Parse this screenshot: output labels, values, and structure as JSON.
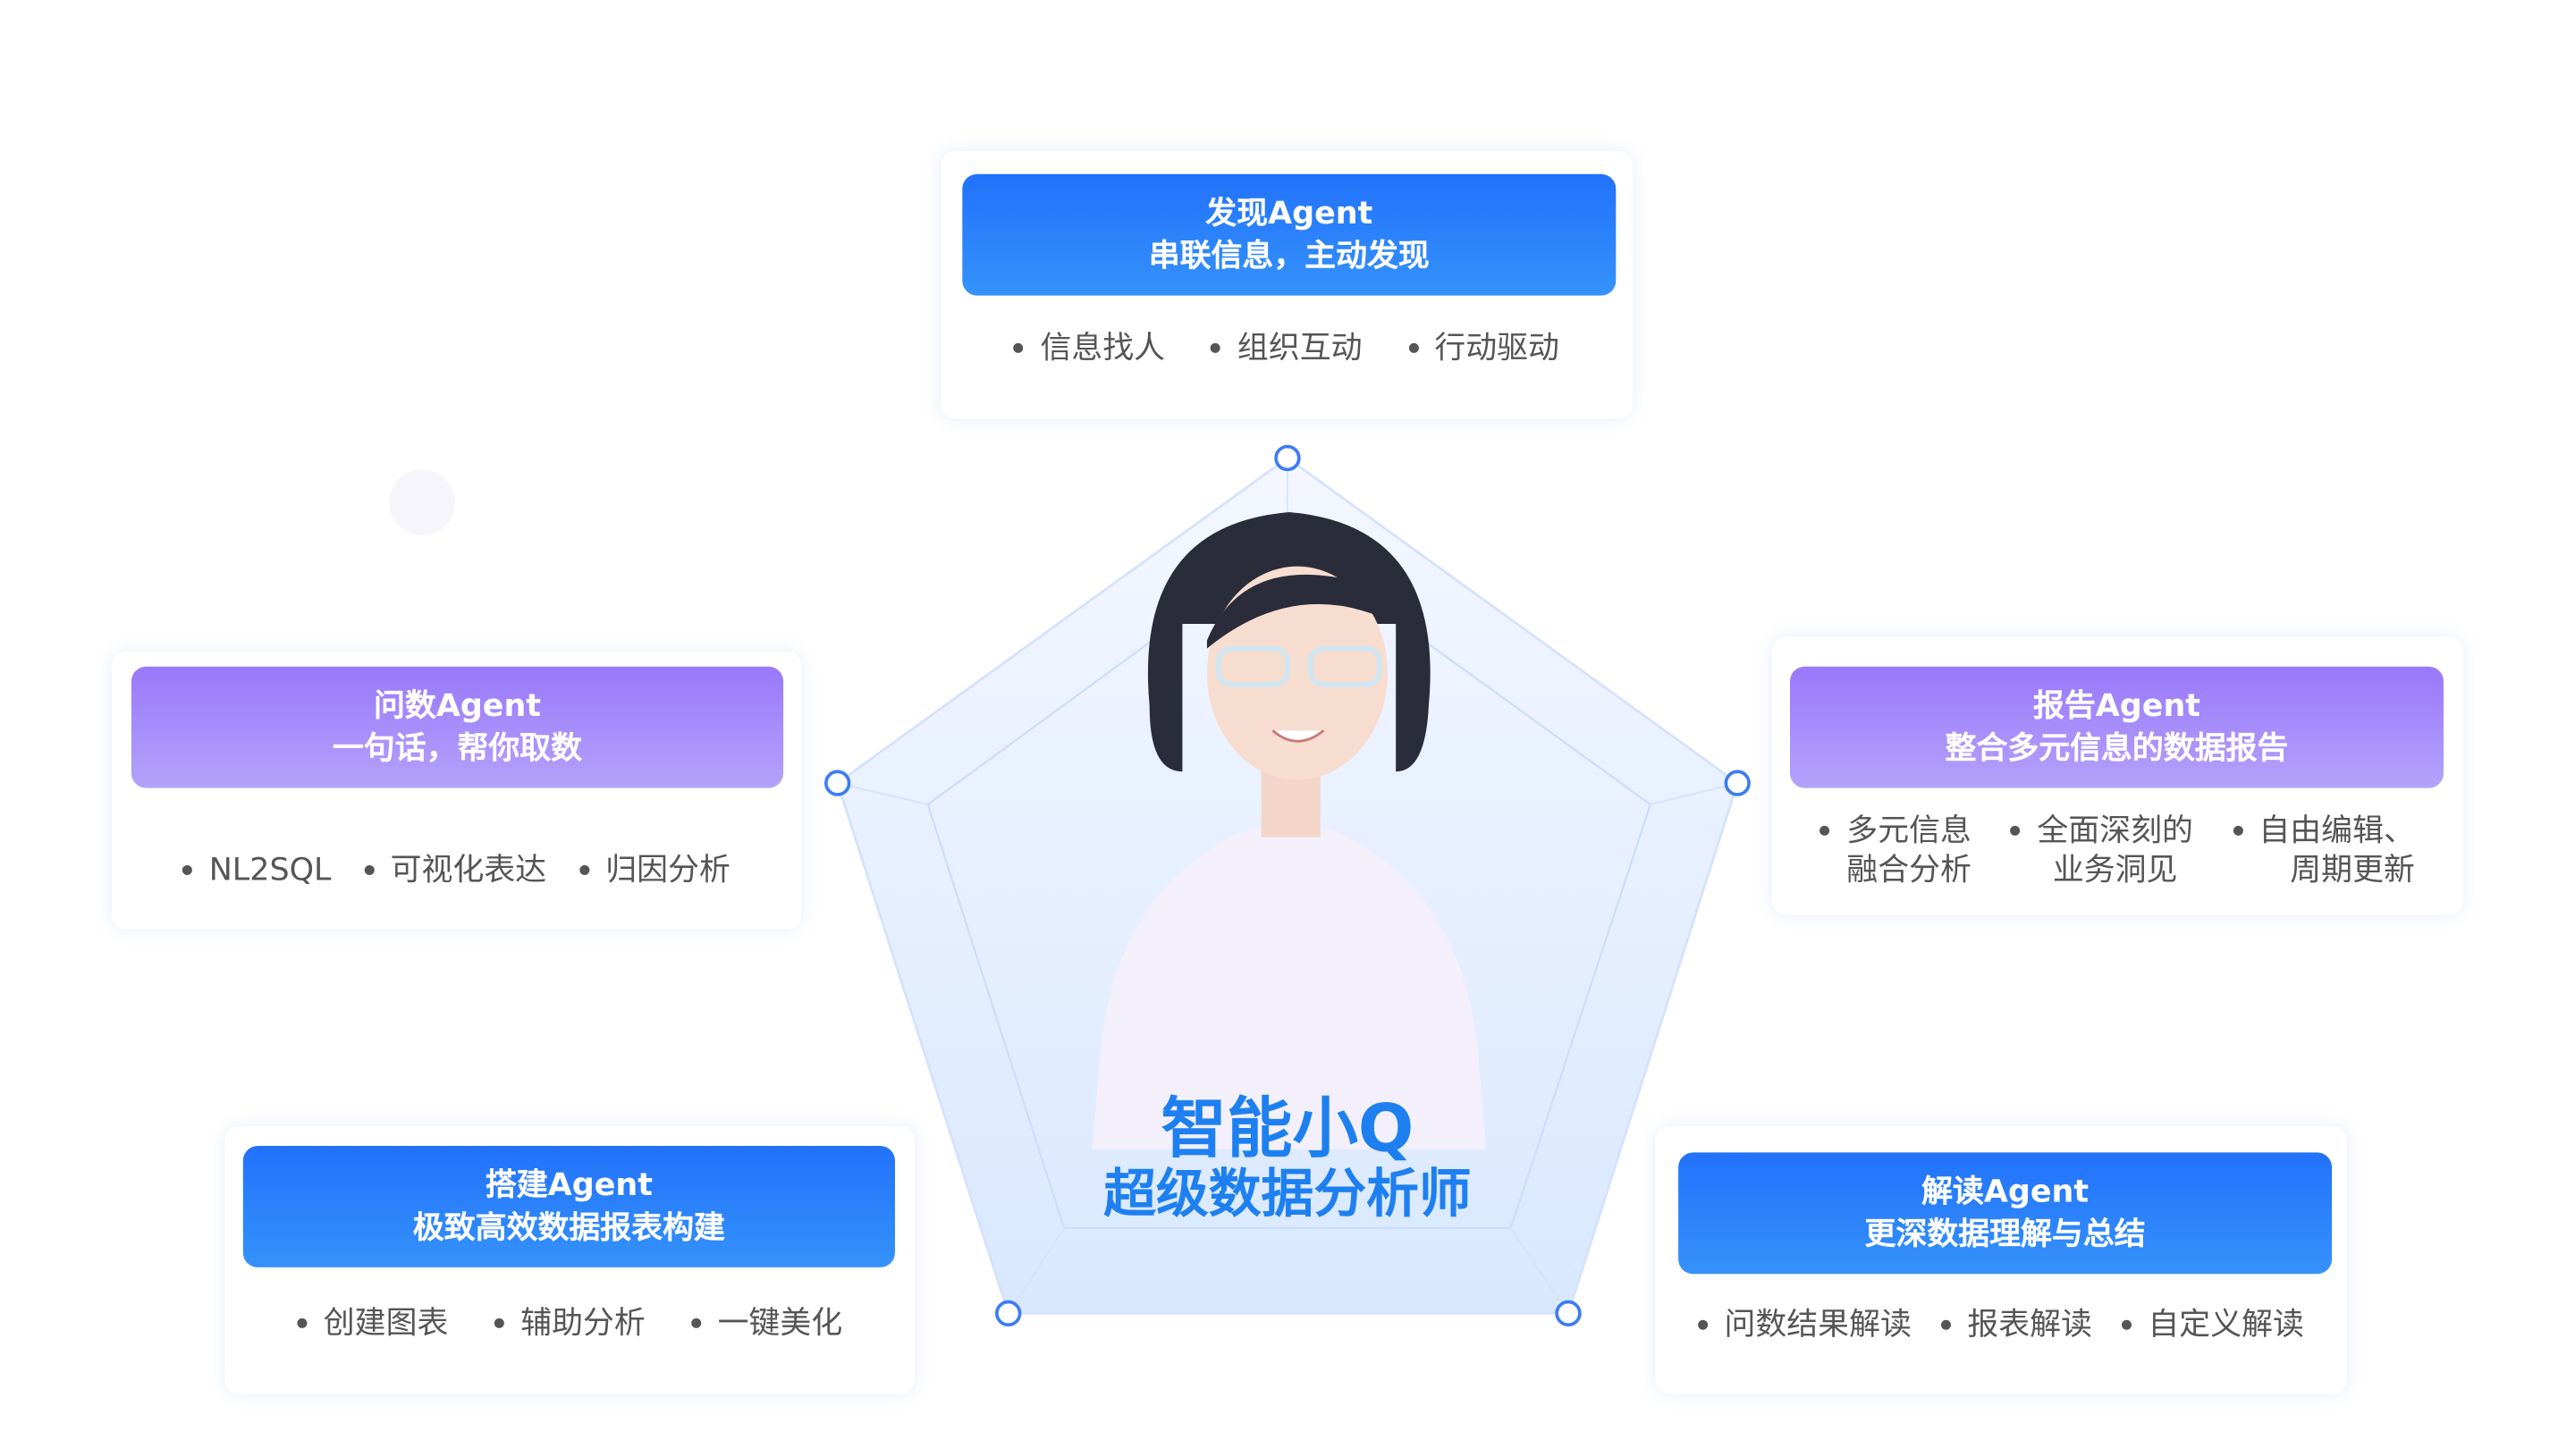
{
  "center": {
    "name": "智能小Q",
    "subtitle": "超级数据分析师"
  },
  "agents": [
    {
      "title": "发现Agent",
      "slogan": "串联信息，主动发现",
      "features": [
        "信息找人",
        "组织互动",
        "行动驱动"
      ]
    },
    {
      "title": "问数Agent",
      "slogan": "一句话，帮你取数",
      "features": [
        "NL2SQL",
        "可视化表达",
        "归因分析"
      ]
    },
    {
      "title": "报告Agent",
      "slogan": "整合多元信息的数据报告",
      "features": [
        "多元信息\n融合分析",
        "全面深刻的\n业务洞见",
        "自由编辑、\n周期更新"
      ]
    },
    {
      "title": "搭建Agent",
      "slogan": "极致高效数据报表构建",
      "features": [
        "创建图表",
        "辅助分析",
        "一键美化"
      ]
    },
    {
      "title": "解读Agent",
      "slogan": "更深数据理解与总结",
      "features": [
        "问数结果解读",
        "报表解读",
        "自定义解读"
      ]
    }
  ],
  "colors": {
    "blue": "#2272fb",
    "purple": "#9a78fb",
    "text": "#555555"
  }
}
